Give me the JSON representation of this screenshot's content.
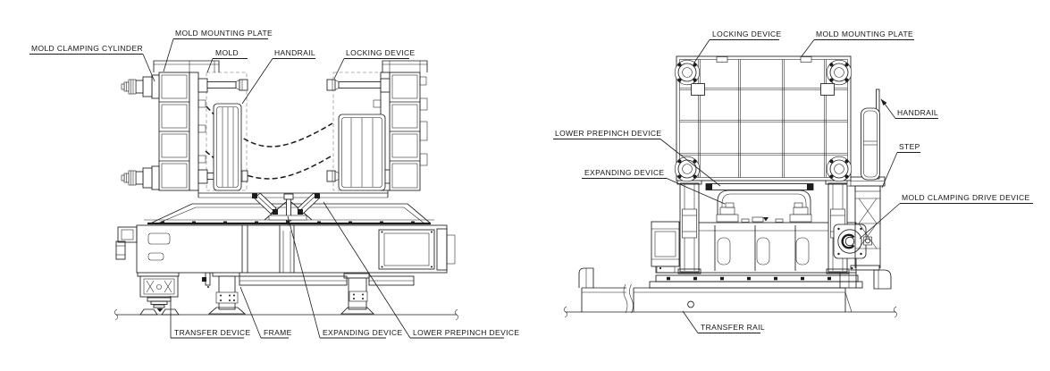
{
  "style": {
    "background": "#ffffff",
    "line_color": "#1c1c1c",
    "phantom_line_color": "#9a9a9a"
  },
  "front_view": {
    "labels": {
      "mold_clamping_cylinder": "MOLD CLAMPING CYLINDER",
      "mold_mounting_plate": "MOLD MOUNTING PLATE",
      "mold": "MOLD",
      "handrail": "HANDRAIL",
      "locking_device": "LOCKING DEVICE",
      "transfer_device": "TRANSFER DEVICE",
      "frame": "FRAME",
      "expanding_device": "EXPANDING DEVICE",
      "lower_prepinch_device": "LOWER PREPINCH DEVICE"
    }
  },
  "side_view": {
    "labels": {
      "locking_device": "LOCKING DEVICE",
      "mold_mounting_plate": "MOLD MOUNTING PLATE",
      "handrail": "HANDRAIL",
      "lower_prepinch_device": "LOWER PREPINCH DEVICE",
      "expanding_device": "EXPANDING DEVICE",
      "step": "STEP",
      "mold_clamping_drive_device": "MOLD CLAMPING DRIVE DEVICE",
      "transfer_rail": "TRANSFER RAIL"
    }
  }
}
